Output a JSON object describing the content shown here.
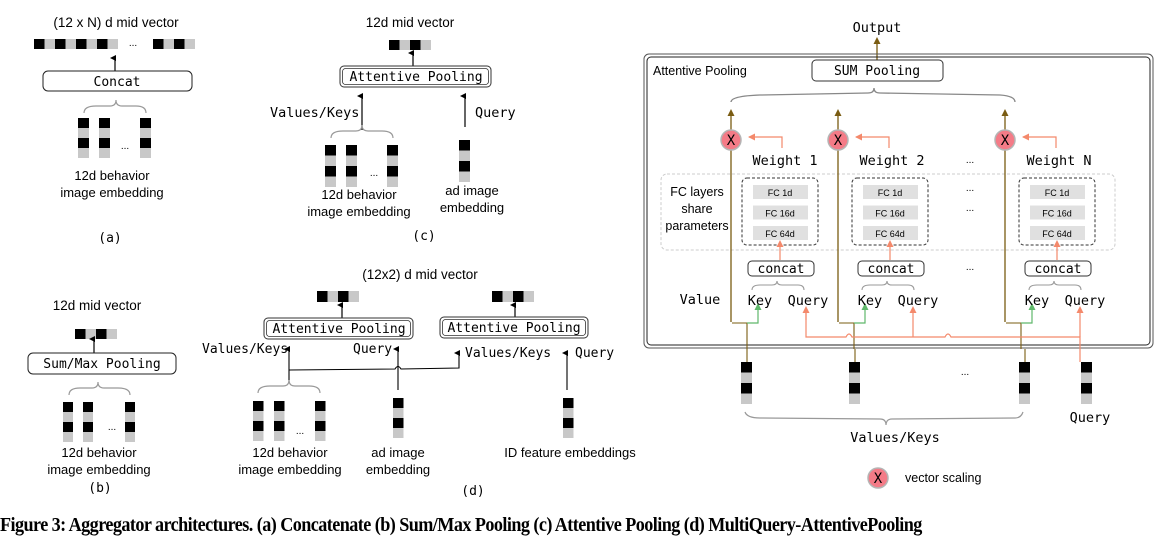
{
  "caption": "Figure 3: Aggregator architectures. (a) Concatenate (b) Sum/Max Pooling (c) Attentive Pooling (d) MultiQuery-AttentivePooling",
  "colors": {
    "black_cell": "#000000",
    "gray_cell": "#c8c8c8",
    "value_line": "#7a5c12",
    "weight_arrow": "#f4896b",
    "key_arrow": "#5fb86b",
    "scaling_node": "#f47b87",
    "fc_box": "#e0e0e0"
  },
  "panel_a": {
    "title": "(12 x N) d mid vector",
    "ellipsis": "...",
    "box_label": "Concat",
    "input_label_1": "12d behavior",
    "input_label_2": "image embedding",
    "tag": "(a)"
  },
  "panel_b": {
    "title": "12d mid vector",
    "box_label": "Sum/Max Pooling",
    "ellipsis": "...",
    "input_label_1": "12d behavior",
    "input_label_2": "image embedding",
    "tag": "(b)"
  },
  "panel_c": {
    "title": "12d mid vector",
    "box_label": "Attentive Pooling",
    "values_keys": "Values/Keys",
    "query": "Query",
    "ellipsis": "...",
    "behavior_label_1": "12d behavior",
    "behavior_label_2": "image embedding",
    "ad_label_1": "ad image",
    "ad_label_2": "embedding",
    "tag": "(c)"
  },
  "panel_d": {
    "title": "(12x2) d mid vector",
    "box_label_1": "Attentive Pooling",
    "box_label_2": "Attentive Pooling",
    "values_keys_1": "Values/Keys",
    "query_1": "Query",
    "values_keys_2": "Values/Keys",
    "query_2": "Query",
    "ellipsis": "...",
    "behavior_label_1": "12d behavior",
    "behavior_label_2": "image embedding",
    "ad_label_1": "ad image",
    "ad_label_2": "embedding",
    "id_label": "ID feature embeddings",
    "tag": "(d)"
  },
  "panel_detail": {
    "output": "Output",
    "frame_label": "Attentive Pooling",
    "sum_pooling": "SUM Pooling",
    "scale_symbol": "X",
    "weights": [
      "Weight 1",
      "Weight 2",
      "Weight N"
    ],
    "fc_group_label_1": "FC layers",
    "fc_group_label_2": "share",
    "fc_group_label_3": "parameters",
    "fc_layers": [
      "FC 1d",
      "FC 16d",
      "FC 64d"
    ],
    "concat": "concat",
    "value": "Value",
    "key": "Key",
    "query": "Query",
    "ellipsis": "...",
    "values_keys": "Values/Keys",
    "bottom_query": "Query",
    "legend_symbol": "X",
    "legend_label": "vector scaling"
  }
}
